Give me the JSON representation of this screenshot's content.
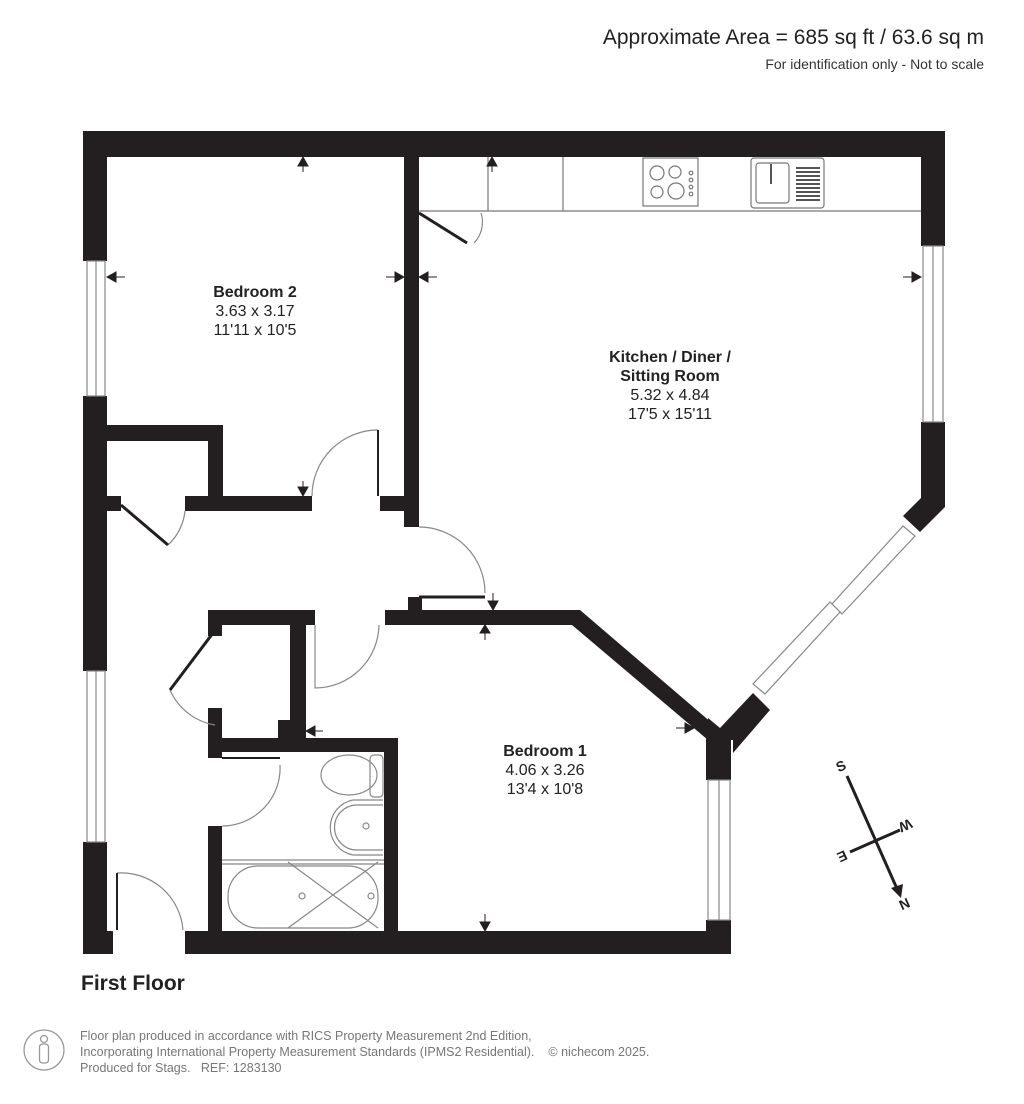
{
  "header": {
    "area_title": "Approximate Area = 685 sq ft / 63.6 sq m",
    "disclaimer": "For identification only - Not to scale"
  },
  "rooms": [
    {
      "name": "Bedroom 2",
      "metric": "3.63 x 3.17",
      "imperial": "11'11 x 10'5"
    },
    {
      "name_line1": "Kitchen / Diner /",
      "name_line2": "Sitting Room",
      "metric": "5.32 x 4.84",
      "imperial": "17'5 x 15'11"
    },
    {
      "name": "Bedroom 1",
      "metric": "4.06 x 3.26",
      "imperial": "13'4 x 10'8"
    }
  ],
  "floor_label": "First Floor",
  "compass": {
    "north": "N",
    "south": "S",
    "east": "E",
    "west": "W"
  },
  "footer": {
    "line1": "Floor plan produced in accordance with RICS Property Measurement 2nd Edition,",
    "line2": "Incorporating International Property Measurement Standards (IPMS2 Residential).",
    "copyright": "© nichecom 2025.",
    "line3": "Produced for Stags.   REF: 1283130"
  },
  "colors": {
    "wall": "#231f20",
    "fixture_line": "#888888",
    "text": "#222222",
    "footer_text": "#777777"
  }
}
